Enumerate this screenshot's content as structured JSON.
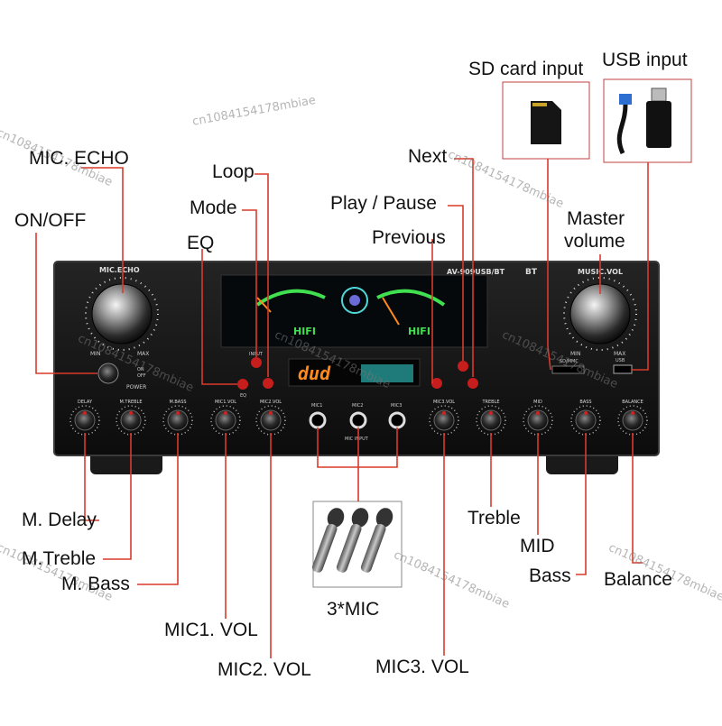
{
  "device": {
    "model": "AV-909USB/BT",
    "bt_label": "BT",
    "display_text": "dud",
    "hifi_label": "HIFI"
  },
  "panel_labels": {
    "mic_echo": "MIC.ECHO",
    "music_vol": "MUSIC.VOL",
    "power": "POWER",
    "on": "ON",
    "off": "OFF",
    "min": "MIN",
    "max": "MAX",
    "input": "INPUT",
    "eq": "EQ",
    "mic1": "MIC1",
    "mic2": "MIC2",
    "mic3": "MIC3",
    "mic_input": "MIC INPUT",
    "sd_mmc": "SD/MMC",
    "usb": "USB",
    "knobs": [
      "DELAY",
      "M.TREBLE",
      "M.BASS",
      "MIC1.VOL",
      "MIC2.VOL",
      "MIC3.VOL",
      "TREBLE",
      "MID",
      "BASS",
      "BALANCE"
    ]
  },
  "callouts": {
    "mic_echo": "MIC. ECHO",
    "on_off": "ON/OFF",
    "loop": "Loop",
    "mode": "Mode",
    "eq": "EQ",
    "next": "Next",
    "play_pause": "Play / Pause",
    "previous": "Previous",
    "sd_card_input": "SD card input",
    "usb_input": "USB input",
    "master_volume_1": "Master",
    "master_volume_2": "volume",
    "m_delay": "M. Delay",
    "m_treble": "M.Treble",
    "m_bass": "M. Bass",
    "mic1_vol": "MIC1. VOL",
    "mic2_vol": "MIC2. VOL",
    "mic3_vol": "MIC3. VOL",
    "three_mic": "3*MIC",
    "treble": "Treble",
    "mid": "MID",
    "bass": "Bass",
    "balance": "Balance"
  },
  "watermark": "cn1084154178mbiae",
  "colors": {
    "leader": "#d93a2b",
    "panel": "#141414",
    "display_green": "#40e050",
    "display_orange": "#ff8a1c",
    "display_cyan": "#4fd8d8"
  }
}
